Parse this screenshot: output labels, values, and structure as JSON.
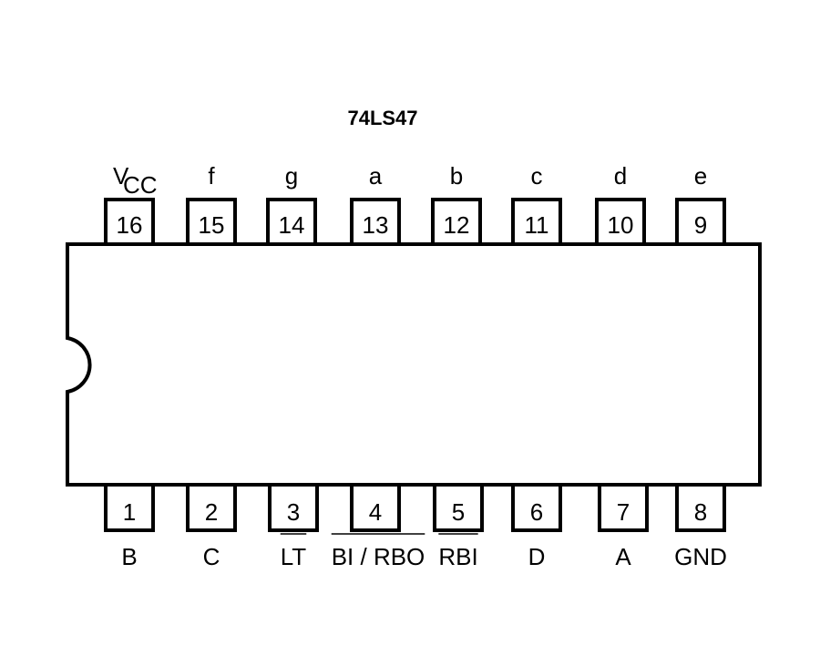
{
  "title": "74LS47",
  "top_pins": [
    {
      "number": "16",
      "label": "V",
      "label_sub": "CC",
      "overbar": false
    },
    {
      "number": "15",
      "label": "f",
      "overbar": false
    },
    {
      "number": "14",
      "label": "g",
      "overbar": false
    },
    {
      "number": "13",
      "label": "a",
      "overbar": false
    },
    {
      "number": "12",
      "label": "b",
      "overbar": false
    },
    {
      "number": "11",
      "label": "c",
      "overbar": false
    },
    {
      "number": "10",
      "label": "d",
      "overbar": false
    },
    {
      "number": "9",
      "label": "e",
      "overbar": false
    }
  ],
  "bottom_pins": [
    {
      "number": "1",
      "label": "B",
      "overbar": false
    },
    {
      "number": "2",
      "label": "C",
      "overbar": false
    },
    {
      "number": "3",
      "label": "LT",
      "overbar": true
    },
    {
      "number": "4",
      "label": "BI / RBO",
      "overbar": true
    },
    {
      "number": "5",
      "label": "RBI",
      "overbar": true
    },
    {
      "number": "6",
      "label": "D",
      "overbar": false
    },
    {
      "number": "7",
      "label": "A",
      "overbar": false
    },
    {
      "number": "8",
      "label": "GND",
      "overbar": false
    }
  ]
}
